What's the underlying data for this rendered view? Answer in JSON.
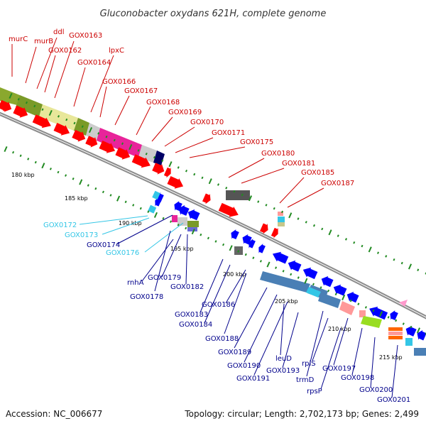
{
  "title": "Gluconobacter oxydans 621H, complete genome",
  "footer": {
    "accession": "Accession: NC_006677",
    "summary": "Topology: circular; Length: 2,702,173 bp; Genes: 2,499"
  },
  "colors": {
    "forward_label": "#cc0000",
    "reverse_label": "#00008b",
    "rna_label": "#33c6e6",
    "forward_cds": "#ff0000",
    "reverse_cds": "#0000ff",
    "backbone": "#909090",
    "tick": "#228b22"
  },
  "kbp_ticks": [
    "180 kbp",
    "185 kbp",
    "190 kbp",
    "195 kbp",
    "200 kbp",
    "205 kbp",
    "210 kbp",
    "215 kbp"
  ],
  "forward_labels": [
    "murC",
    "murB",
    "ddl",
    "GOX0162",
    "GOX0163",
    "GOX0164",
    "lpxC",
    "GOX0166",
    "GOX0167",
    "GOX0168",
    "GOX0169",
    "GOX0170",
    "GOX0171",
    "GOX0175",
    "GOX0180",
    "GOX0181",
    "GOX0185",
    "GOX0187"
  ],
  "reverse_labels": [
    "GOX0172",
    "GOX0173",
    "GOX0174",
    "GOX0176",
    "rnhA",
    "GOX0178",
    "GOX0179",
    "GOX0182",
    "GOX0183",
    "GOX0184",
    "GOX0186",
    "GOX0188",
    "GOX0189",
    "GOX0190",
    "GOX0191",
    "leuD",
    "GOX0193",
    "trmD",
    "rplS",
    "rpsP",
    "GOX0197",
    "GOX0198",
    "GOX0200",
    "GOX0201"
  ]
}
